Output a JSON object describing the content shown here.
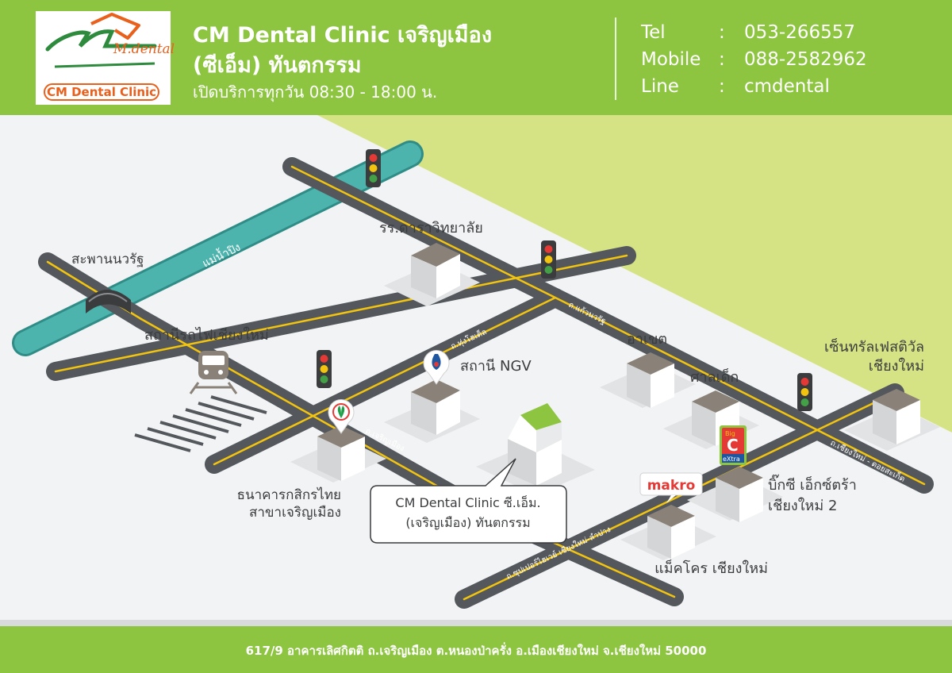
{
  "header": {
    "logo_script": "M.dental",
    "logo_name": "CM Dental Clinic",
    "title_line1": "CM Dental Clinic เจริญเมือง",
    "title_line2": "(ซีเอ็ม) ทันตกรรม",
    "hours": "เปิดบริการทุกวัน 08:30 - 18:00 น."
  },
  "contacts": [
    {
      "label": "Tel",
      "sep": ":",
      "value": "053-266557"
    },
    {
      "label": "Mobile",
      "sep": ":",
      "value": "088-2582962"
    },
    {
      "label": "Line",
      "sep": ":",
      "value": "cmdental"
    }
  ],
  "map": {
    "river": "แม่น้ำปิง",
    "bridge": "สะพานนวรัฐ",
    "train_station": "สถานีรถไฟเชียงใหม่",
    "school": "รร.ดาราวิทยาลัย",
    "ngv": "สถานี NGV",
    "bank_line1": "ธนาคารกสิกรไทย",
    "bank_line2": "สาขาเจริญเมือง",
    "clinic_line1": "CM Dental Clinic ซี.เอ็ม.",
    "clinic_line2": "(เจริญเมือง) ทันตกรรม",
    "arcade": "อาเขต",
    "shrine": "ศาลเด็ก",
    "central_line1": "เซ็นทรัลเฟสติวัล",
    "central_line2": "เชียงใหม่",
    "bigc_line1": "บิ๊กซี เอ็กซ์ตร้า",
    "bigc_line2": "เชียงใหม่ 2",
    "makro": "แม็คโคร เชียงใหม่",
    "makro_logo": "makro",
    "bigc_logo_top": "Big",
    "bigc_logo_mid": "C",
    "bigc_logo_bottom": "eXtra",
    "road_tung_hotel": "ถ.ทุ่งโฮเต็ล",
    "road_kaew_nawarat": "ถ.แก้วนวรัฐ",
    "road_charoen_muang": "ถ.เจริญเมือง",
    "road_chiangmai_doisaket": "ถ.เชียงใหม่ - ดอยสะเก็ด",
    "road_superhighway": "ถ.ซุปเปอร์ไฮเวย์ เชียงใหม่-ลำปาง"
  },
  "footer": {
    "address": "617/9 อาคารเลิศกิตติ ถ.เจริญเมือง ต.หนองป่าครั่ง อ.เมืองเชียงใหม่ จ.เชียงใหม่ 50000"
  },
  "colors": {
    "brand_green": "#8dc540",
    "background": "#d6e385",
    "road": "#54585c",
    "road_line": "#f2c40f",
    "river": "#4db3ad",
    "brand_orange": "#e8601c"
  }
}
